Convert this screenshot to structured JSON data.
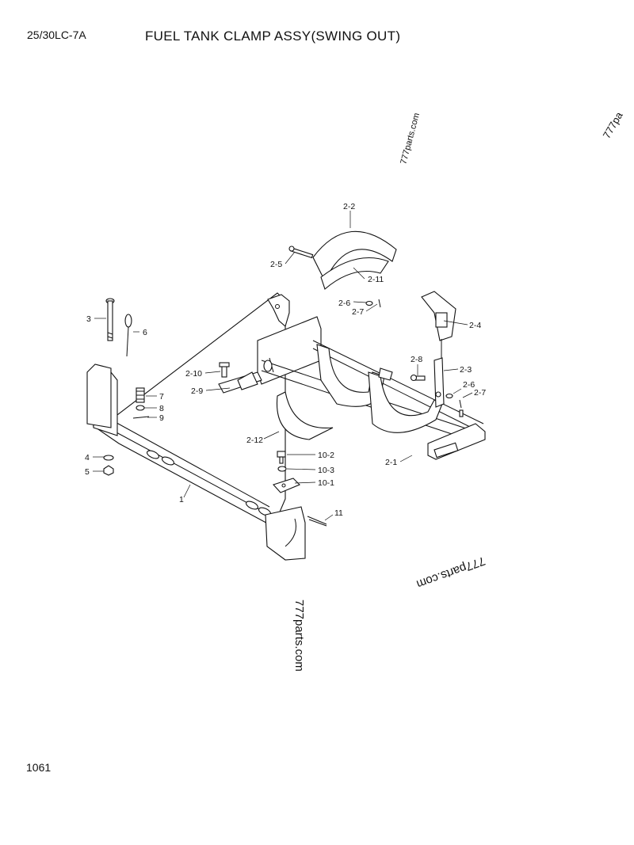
{
  "header": {
    "model": "25/30LC-7A",
    "title": "FUEL TANK CLAMP ASSY(SWING OUT)"
  },
  "footer": {
    "page_number": "1061"
  },
  "watermarks": [
    {
      "text": "777parts.com"
    },
    {
      "text": "777pa"
    },
    {
      "text": "777parts.com"
    },
    {
      "text": "777parts.com"
    }
  ],
  "callouts": [
    "2-2",
    "2-5",
    "2-11",
    "2-6",
    "2-7",
    "3",
    "6",
    "2-4",
    "2-10",
    "2-9",
    "7",
    "8",
    "9",
    "2-8",
    "2-3",
    "2-6",
    "2-7",
    "2-12",
    "2-1",
    "4",
    "5",
    "10-2",
    "10-3",
    "10-1",
    "1",
    "11"
  ]
}
